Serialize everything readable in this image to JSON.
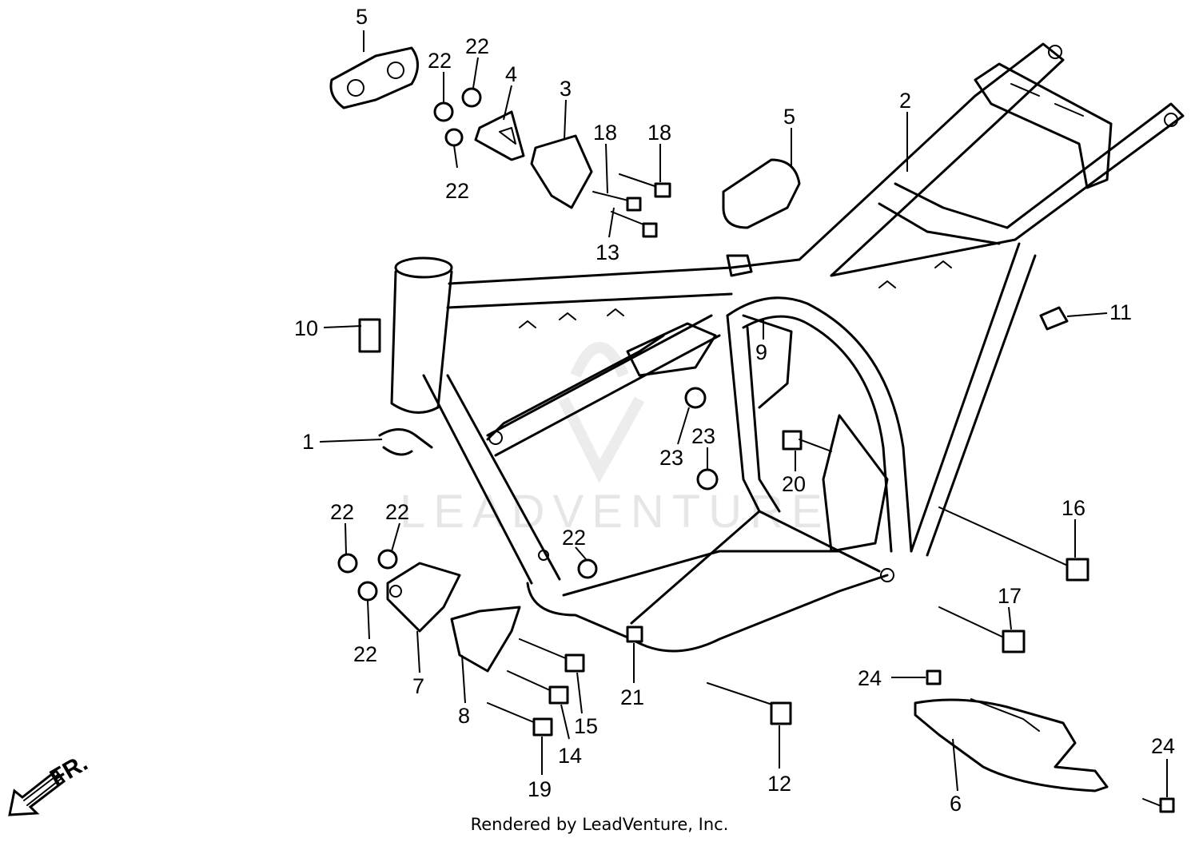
{
  "watermark": "LEADVENTURE",
  "footer": "Rendered by LeadVenture, Inc.",
  "direction_label": "FR.",
  "callouts": {
    "c1": "1",
    "c2": "2",
    "c3": "3",
    "c4": "4",
    "c5a": "5",
    "c5b": "5",
    "c6": "6",
    "c7": "7",
    "c8": "8",
    "c9": "9",
    "c10": "10",
    "c11": "11",
    "c12": "12",
    "c13": "13",
    "c14": "14",
    "c15": "15",
    "c16": "16",
    "c17": "17",
    "c18a": "18",
    "c18b": "18",
    "c19": "19",
    "c20": "20",
    "c21": "21",
    "c22a": "22",
    "c22b": "22",
    "c22c": "22",
    "c22d": "22",
    "c22e": "22",
    "c22f": "22",
    "c22g": "22",
    "c23a": "23",
    "c23b": "23",
    "c24a": "24",
    "c24b": "24"
  }
}
